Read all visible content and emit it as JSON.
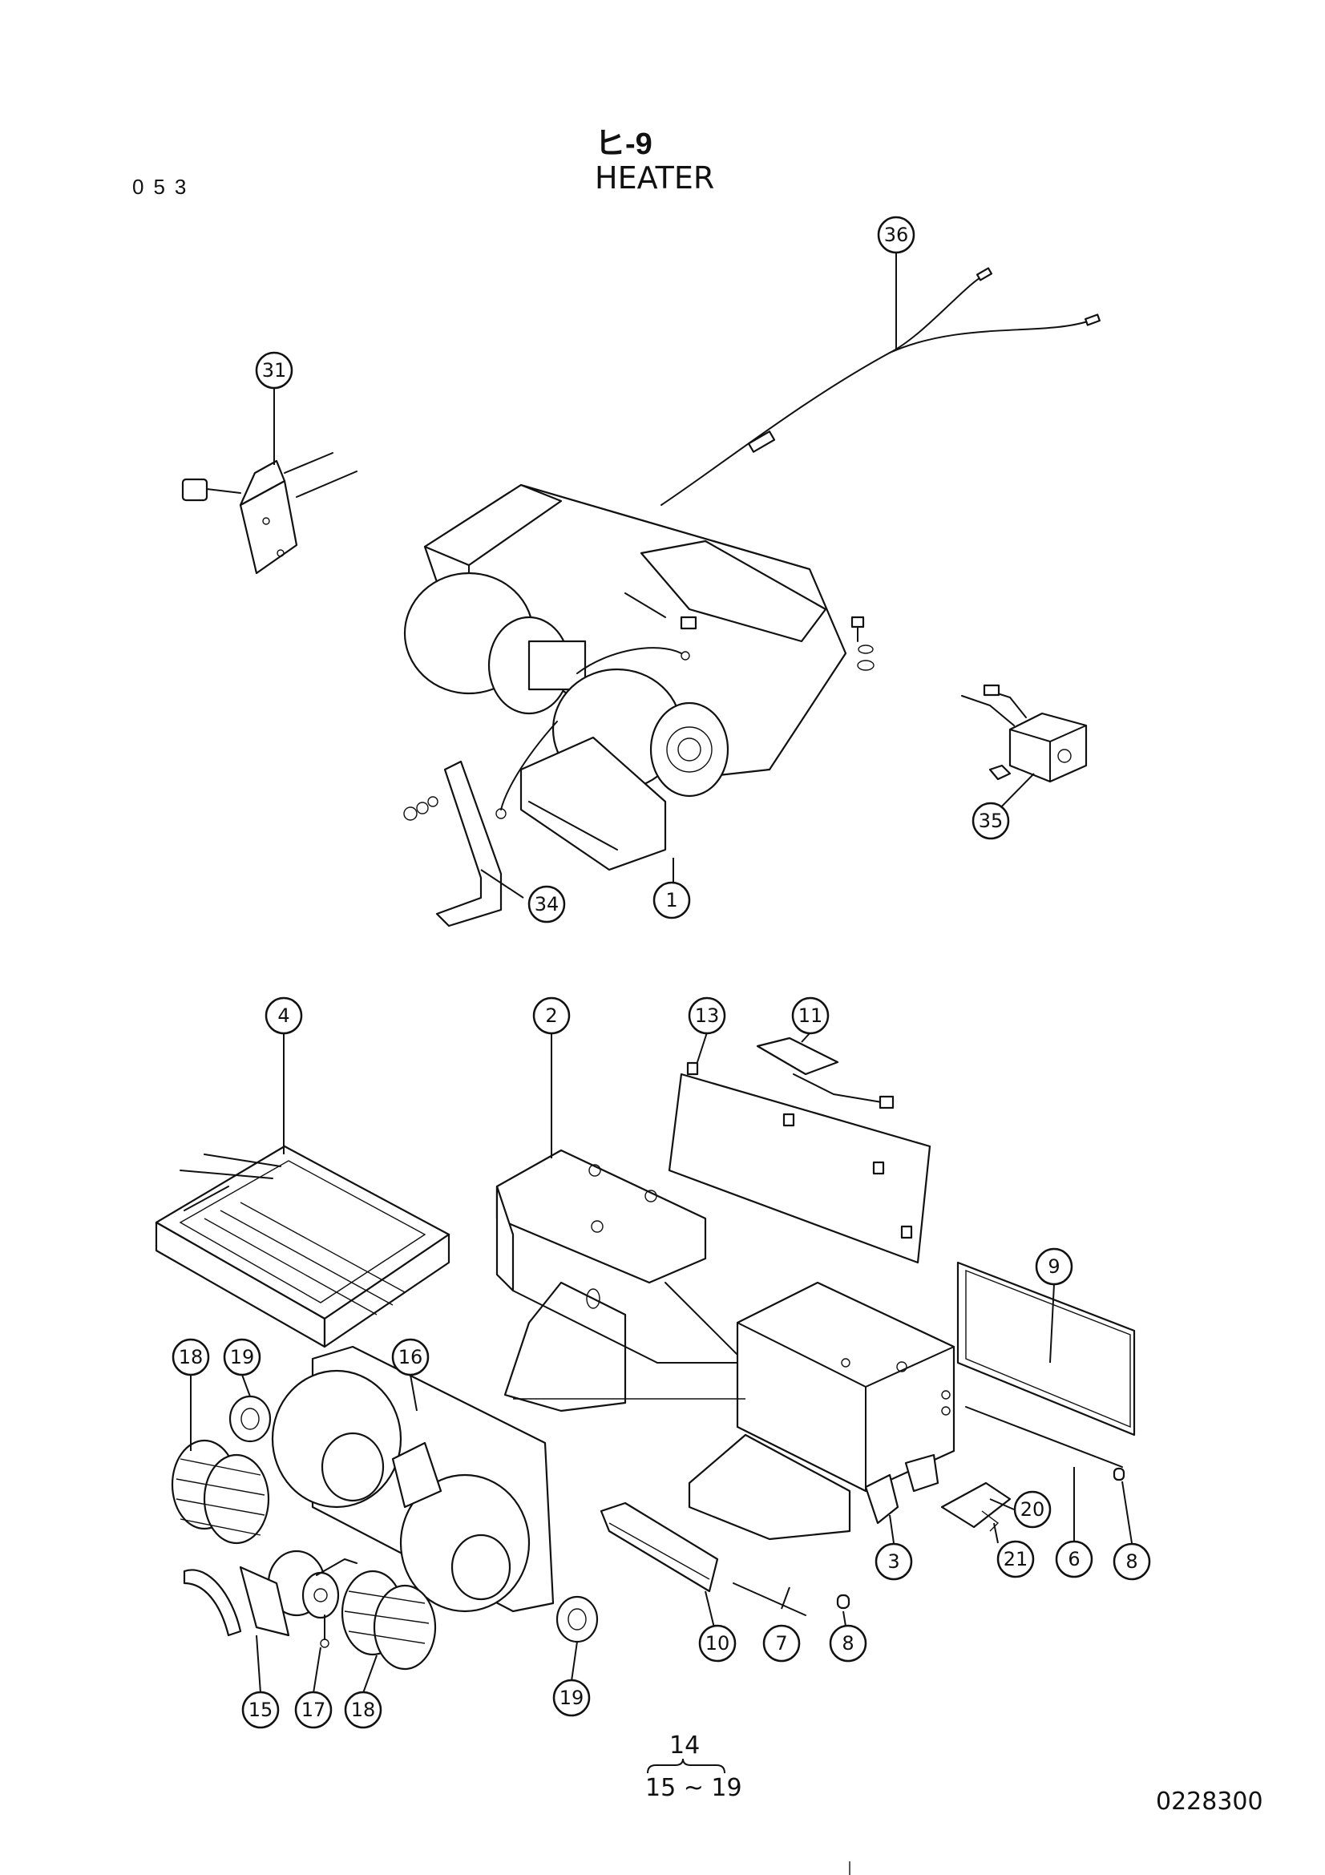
{
  "header": {
    "code": "053",
    "section": "ヒ-9",
    "title": "HEATER"
  },
  "footer": {
    "group_top": "14",
    "group_bottom": "15 ~ 19",
    "reference_number": "0228300"
  },
  "callouts": [
    {
      "id": "c1",
      "label": "1"
    },
    {
      "id": "c2",
      "label": "2"
    },
    {
      "id": "c3",
      "label": "3"
    },
    {
      "id": "c4",
      "label": "4"
    },
    {
      "id": "c6",
      "label": "6"
    },
    {
      "id": "c7",
      "label": "7"
    },
    {
      "id": "c8a",
      "label": "8"
    },
    {
      "id": "c8b",
      "label": "8"
    },
    {
      "id": "c9",
      "label": "9"
    },
    {
      "id": "c10",
      "label": "10"
    },
    {
      "id": "c11",
      "label": "11"
    },
    {
      "id": "c13",
      "label": "13"
    },
    {
      "id": "c15",
      "label": "15"
    },
    {
      "id": "c16",
      "label": "16"
    },
    {
      "id": "c17",
      "label": "17"
    },
    {
      "id": "c18a",
      "label": "18"
    },
    {
      "id": "c18b",
      "label": "18"
    },
    {
      "id": "c19a",
      "label": "19"
    },
    {
      "id": "c19b",
      "label": "19"
    },
    {
      "id": "c20",
      "label": "20"
    },
    {
      "id": "c21",
      "label": "21"
    },
    {
      "id": "c31",
      "label": "31"
    },
    {
      "id": "c34",
      "label": "34"
    },
    {
      "id": "c35",
      "label": "35"
    },
    {
      "id": "c36",
      "label": "36"
    }
  ]
}
